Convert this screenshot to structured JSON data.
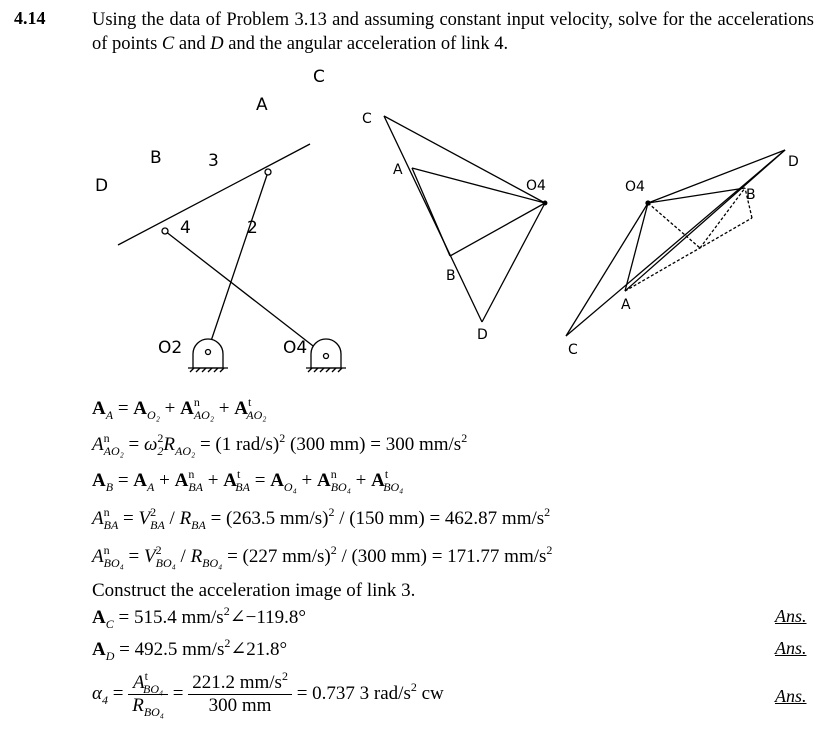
{
  "problem": {
    "number": "4.14",
    "statement_before_c": "Using the data of Problem 3.13 and assuming constant input velocity, solve for the accelerations of points ",
    "point_c": "C",
    "and_word": " and ",
    "point_d": "D",
    "statement_after_d": " and the angular acceleration of link 4."
  },
  "figure": {
    "linkage_labels": {
      "c": "C",
      "a": "A",
      "b": "B",
      "link3": "3",
      "d": "D",
      "link4": "4",
      "link2": "2",
      "o2": "O2",
      "o4": "O4"
    },
    "velocity_polygon_labels": {
      "c": "C",
      "a": "A",
      "o": "O4",
      "b": "B",
      "d": "D"
    },
    "acceleration_polygon_labels": {
      "d": "D",
      "o": "O4",
      "b": "B",
      "a": "A",
      "c": "C"
    }
  },
  "equations": {
    "eq1": "A_A = A_O2 + A^n_AO2 + A^t_AO2",
    "eq2": "= ω²R = (1 rad/s)² (300 mm) = 300 mm/s²",
    "eq3": "A_B = A_A + A^n_BA + A^t_BA = A_O4 + A^n_BO4 + A^t_BO4",
    "eq4": "= V²/R = (263.5 mm/s)² / (150 mm) = 462.87 mm/s²",
    "eq5": "= V²/R = (227 mm/s)² / (300 mm) = 171.77 mm/s²",
    "eq4_rhs": "= (263.5 mm/s)",
    "eq4_mid": " / (150 mm) = 462.87 mm/s",
    "eq5_rhs": "= (227 mm/s)",
    "eq5_mid": " / (300 mm) = 171.77 mm/s",
    "eq2_rhs": "= (1 rad/s)",
    "eq2_mid": " (300 mm) = 300 mm/s",
    "construct": "Construct the acceleration image of link 3.",
    "ac_value": "= 515.4 mm/s",
    "ac_angle": "∠−119.8°",
    "ad_value": "= 492.5 mm/s",
    "ad_angle": "∠21.8°",
    "alpha_num": "221.2 mm/s",
    "alpha_den": "300 mm",
    "alpha_result": "= 0.737 3 rad/s",
    "alpha_dir": " cw"
  },
  "ans_label": "Ans."
}
